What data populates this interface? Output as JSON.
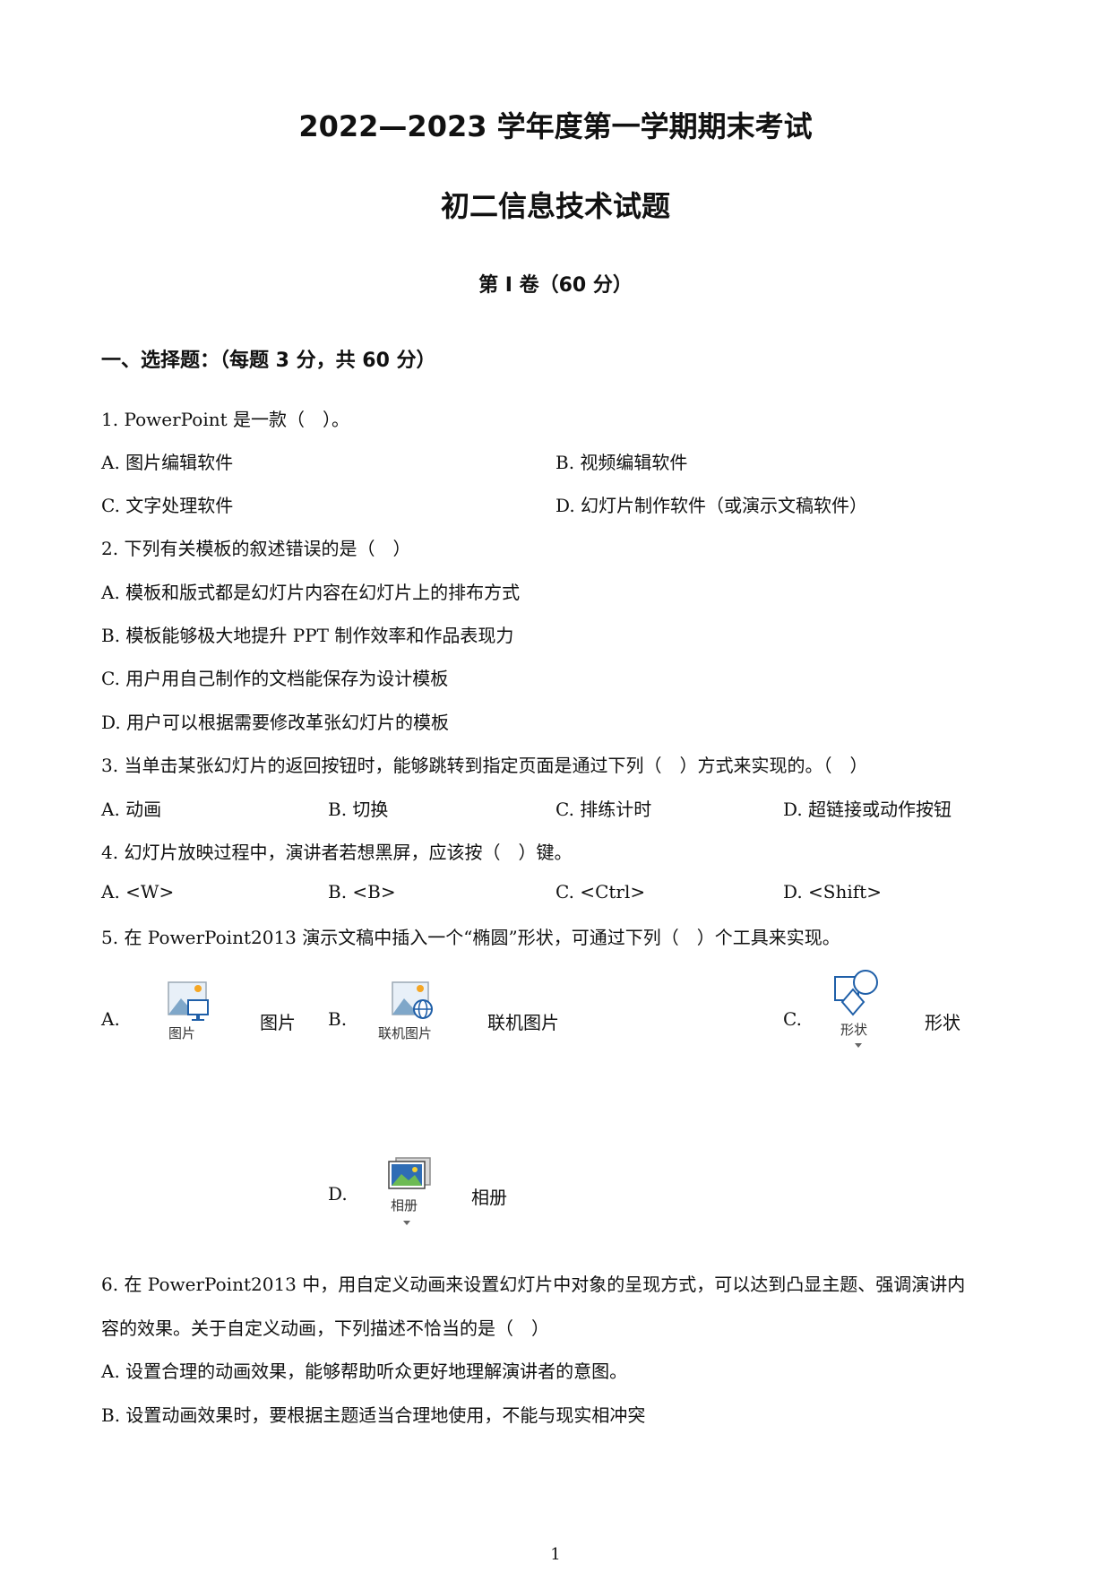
{
  "header": {
    "title": "2022—2023 学年度第一学期期末考试",
    "subtitle": "初二信息技术试题",
    "volume": "第 I 卷（60 分）"
  },
  "section": {
    "heading": "一、选择题：（每题 3 分，共 60 分）"
  },
  "questions": {
    "q1": {
      "stem": "1. PowerPoint 是一款（　）。",
      "a": "A. 图片编辑软件",
      "b": "B. 视频编辑软件",
      "c": "C. 文字处理软件",
      "d": "D. 幻灯片制作软件（或演示文稿软件）"
    },
    "q2": {
      "stem": "2. 下列有关模板的叙述错误的是（　）",
      "a": "A. 模板和版式都是幻灯片内容在幻灯片上的排布方式",
      "b": "B. 模板能够极大地提升 PPT 制作效率和作品表现力",
      "c": "C. 用户用自己制作的文档能保存为设计模板",
      "d": "D. 用户可以根据需要修改革张幻灯片的模板"
    },
    "q3": {
      "stem": "3. 当单击某张幻灯片的返回按钮时，能够跳转到指定页面是通过下列（　）方式来实现的。（　）",
      "a": "A. 动画",
      "b": "B. 切换",
      "c": "C. 排练计时",
      "d": "D. 超链接或动作按钮"
    },
    "q4": {
      "stem": "4. 幻灯片放映过程中，演讲者若想黑屏，应该按（　）键。",
      "a": "A. <W>",
      "b": "B. <B>",
      "c": "C. <Ctrl>",
      "d": "D. <Shift>"
    },
    "q5": {
      "stem": "5. 在 PowerPoint2013 演示文稿中插入一个“椭圆”形状，可通过下列（　）个工具来实现。",
      "a_letter": "A.",
      "a_icon_caption": "图片",
      "a_text": "图片",
      "b_letter": "B.",
      "b_icon_caption": "联机图片",
      "b_text": "联机图片",
      "c_letter": "C.",
      "c_icon_caption": "形状",
      "c_text": "形状",
      "d_letter": "D.",
      "d_icon_caption": "相册",
      "d_text": "相册"
    },
    "q6": {
      "stem_line1": "6. 在 PowerPoint2013 中，用自定义动画来设置幻灯片中对象的呈现方式，可以达到凸显主题、强调演讲内",
      "stem_line2": "容的效果。关于自定义动画，下列描述不恰当的是（　）",
      "a": "A. 设置合理的动画效果，能够帮助听众更好地理解演讲者的意图。",
      "b": "B. 设置动画效果时，要根据主题适当合理地使用，不能与现实相冲突"
    }
  },
  "footer": {
    "page_number": "1"
  }
}
